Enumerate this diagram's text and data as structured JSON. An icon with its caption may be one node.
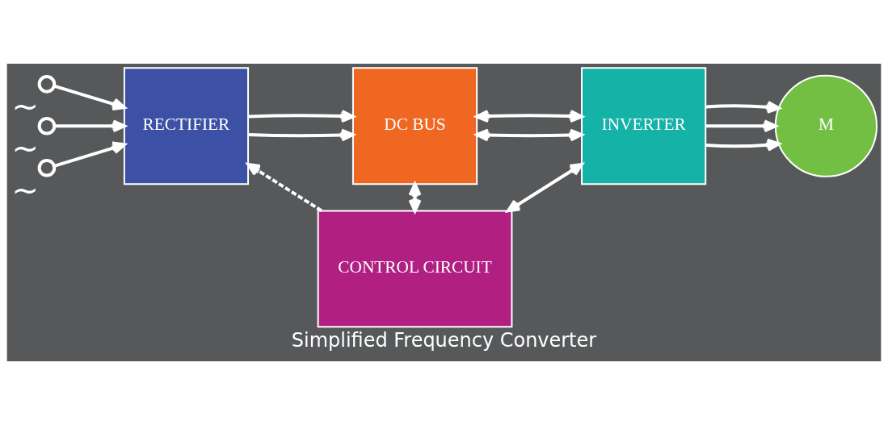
{
  "diagram": {
    "caption": "Simplified Frequency Converter",
    "nodes": [
      {
        "text": [],
        "shape": "circle",
        "beside": [
          "~"
        ]
      },
      {
        "text": [],
        "shape": "circle",
        "beside": [
          "~"
        ]
      },
      {
        "text": [],
        "shape": "circle",
        "beside": [
          "~"
        ]
      },
      {
        "text": [
          "RECTIFIER"
        ]
      },
      {
        "text": [
          "DC BUS"
        ]
      },
      {
        "text": [
          "INVERTER"
        ]
      },
      {
        "text": [
          "M"
        ]
      },
      {
        "text": [
          "CONTROL CIRCUIT"
        ]
      }
    ],
    "edges": [
      {
        "from": 0,
        "to": 3,
        "arrow": "to"
      },
      {
        "from": 1,
        "to": 3,
        "arrow": "to"
      },
      {
        "from": 2,
        "to": 3,
        "arrow": "to"
      },
      {
        "from": 3,
        "to": 4,
        "arrow": "to"
      },
      {
        "from": 3,
        "to": 4,
        "arrow": "to"
      },
      {
        "from": 4,
        "to": 5,
        "arrow": "both"
      },
      {
        "from": 4,
        "to": 5,
        "arrow": "both"
      },
      {
        "from": 5,
        "to": 6,
        "arrow": "to"
      },
      {
        "from": 5,
        "to": 6,
        "arrow": "to"
      },
      {
        "from": 5,
        "to": 6,
        "arrow": "to"
      },
      {
        "from": 4,
        "to": 7,
        "arrow": "both"
      },
      {
        "from": 5,
        "to": 7,
        "arrow": "both"
      },
      {
        "from": 7,
        "to": 3,
        "arrow": "to",
        "style": "dashed"
      }
    ]
  }
}
